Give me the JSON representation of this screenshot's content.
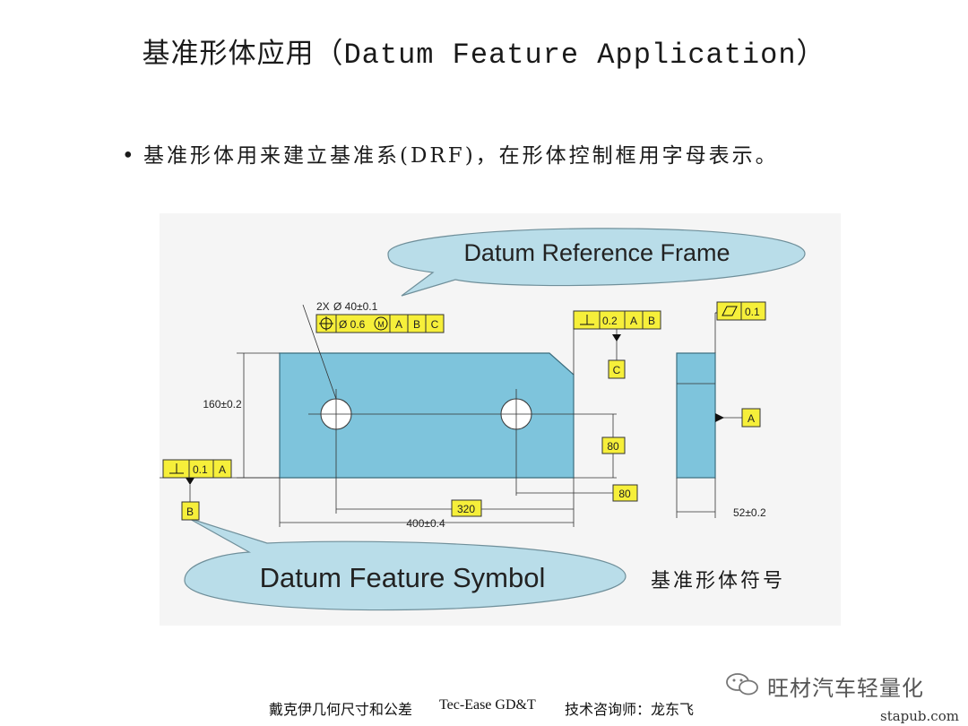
{
  "slide": {
    "title_cn": "基准形体应用",
    "title_en": "（Datum Feature Application）",
    "bullet_text": "基准形体用来建立基准系(DRF)，在形体控制框用字母表示。"
  },
  "figure": {
    "callout_top": "Datum Reference Frame",
    "callout_bottom": "Datum Feature Symbol",
    "caption_cn": "基准形体符号",
    "hole_note": "2X",
    "hole_dim": "Ø 40±0.1",
    "pos_tol": "Ø 0.6",
    "modifier": "M",
    "pos_datums": [
      "A",
      "B",
      "C"
    ],
    "perp_right_tol": "0.2",
    "perp_right_datums": [
      "A",
      "B"
    ],
    "datum_c": "C",
    "flat_tol": "0.1",
    "datum_a": "A",
    "perp_left_tol": "0.1",
    "perp_left_datum": "A",
    "datum_b": "B",
    "dim_height": "160±0.2",
    "dim_80_vertical": "80",
    "dim_80_horizontal": "80",
    "dim_320": "320",
    "dim_400": "400±0.4",
    "dim_52": "52±0.2"
  },
  "footer": {
    "left": "戴克伊几何尺寸和公差",
    "center": "Tec-Ease GD&T",
    "right": "技术咨询师：龙东飞"
  },
  "watermark": {
    "brand": "旺材汽车轻量化",
    "site": "stapub.com"
  },
  "colors": {
    "part_fill": "#7ec4dc",
    "callout_fill": "#b9dde9",
    "tag_fill": "#f6ef3a"
  }
}
